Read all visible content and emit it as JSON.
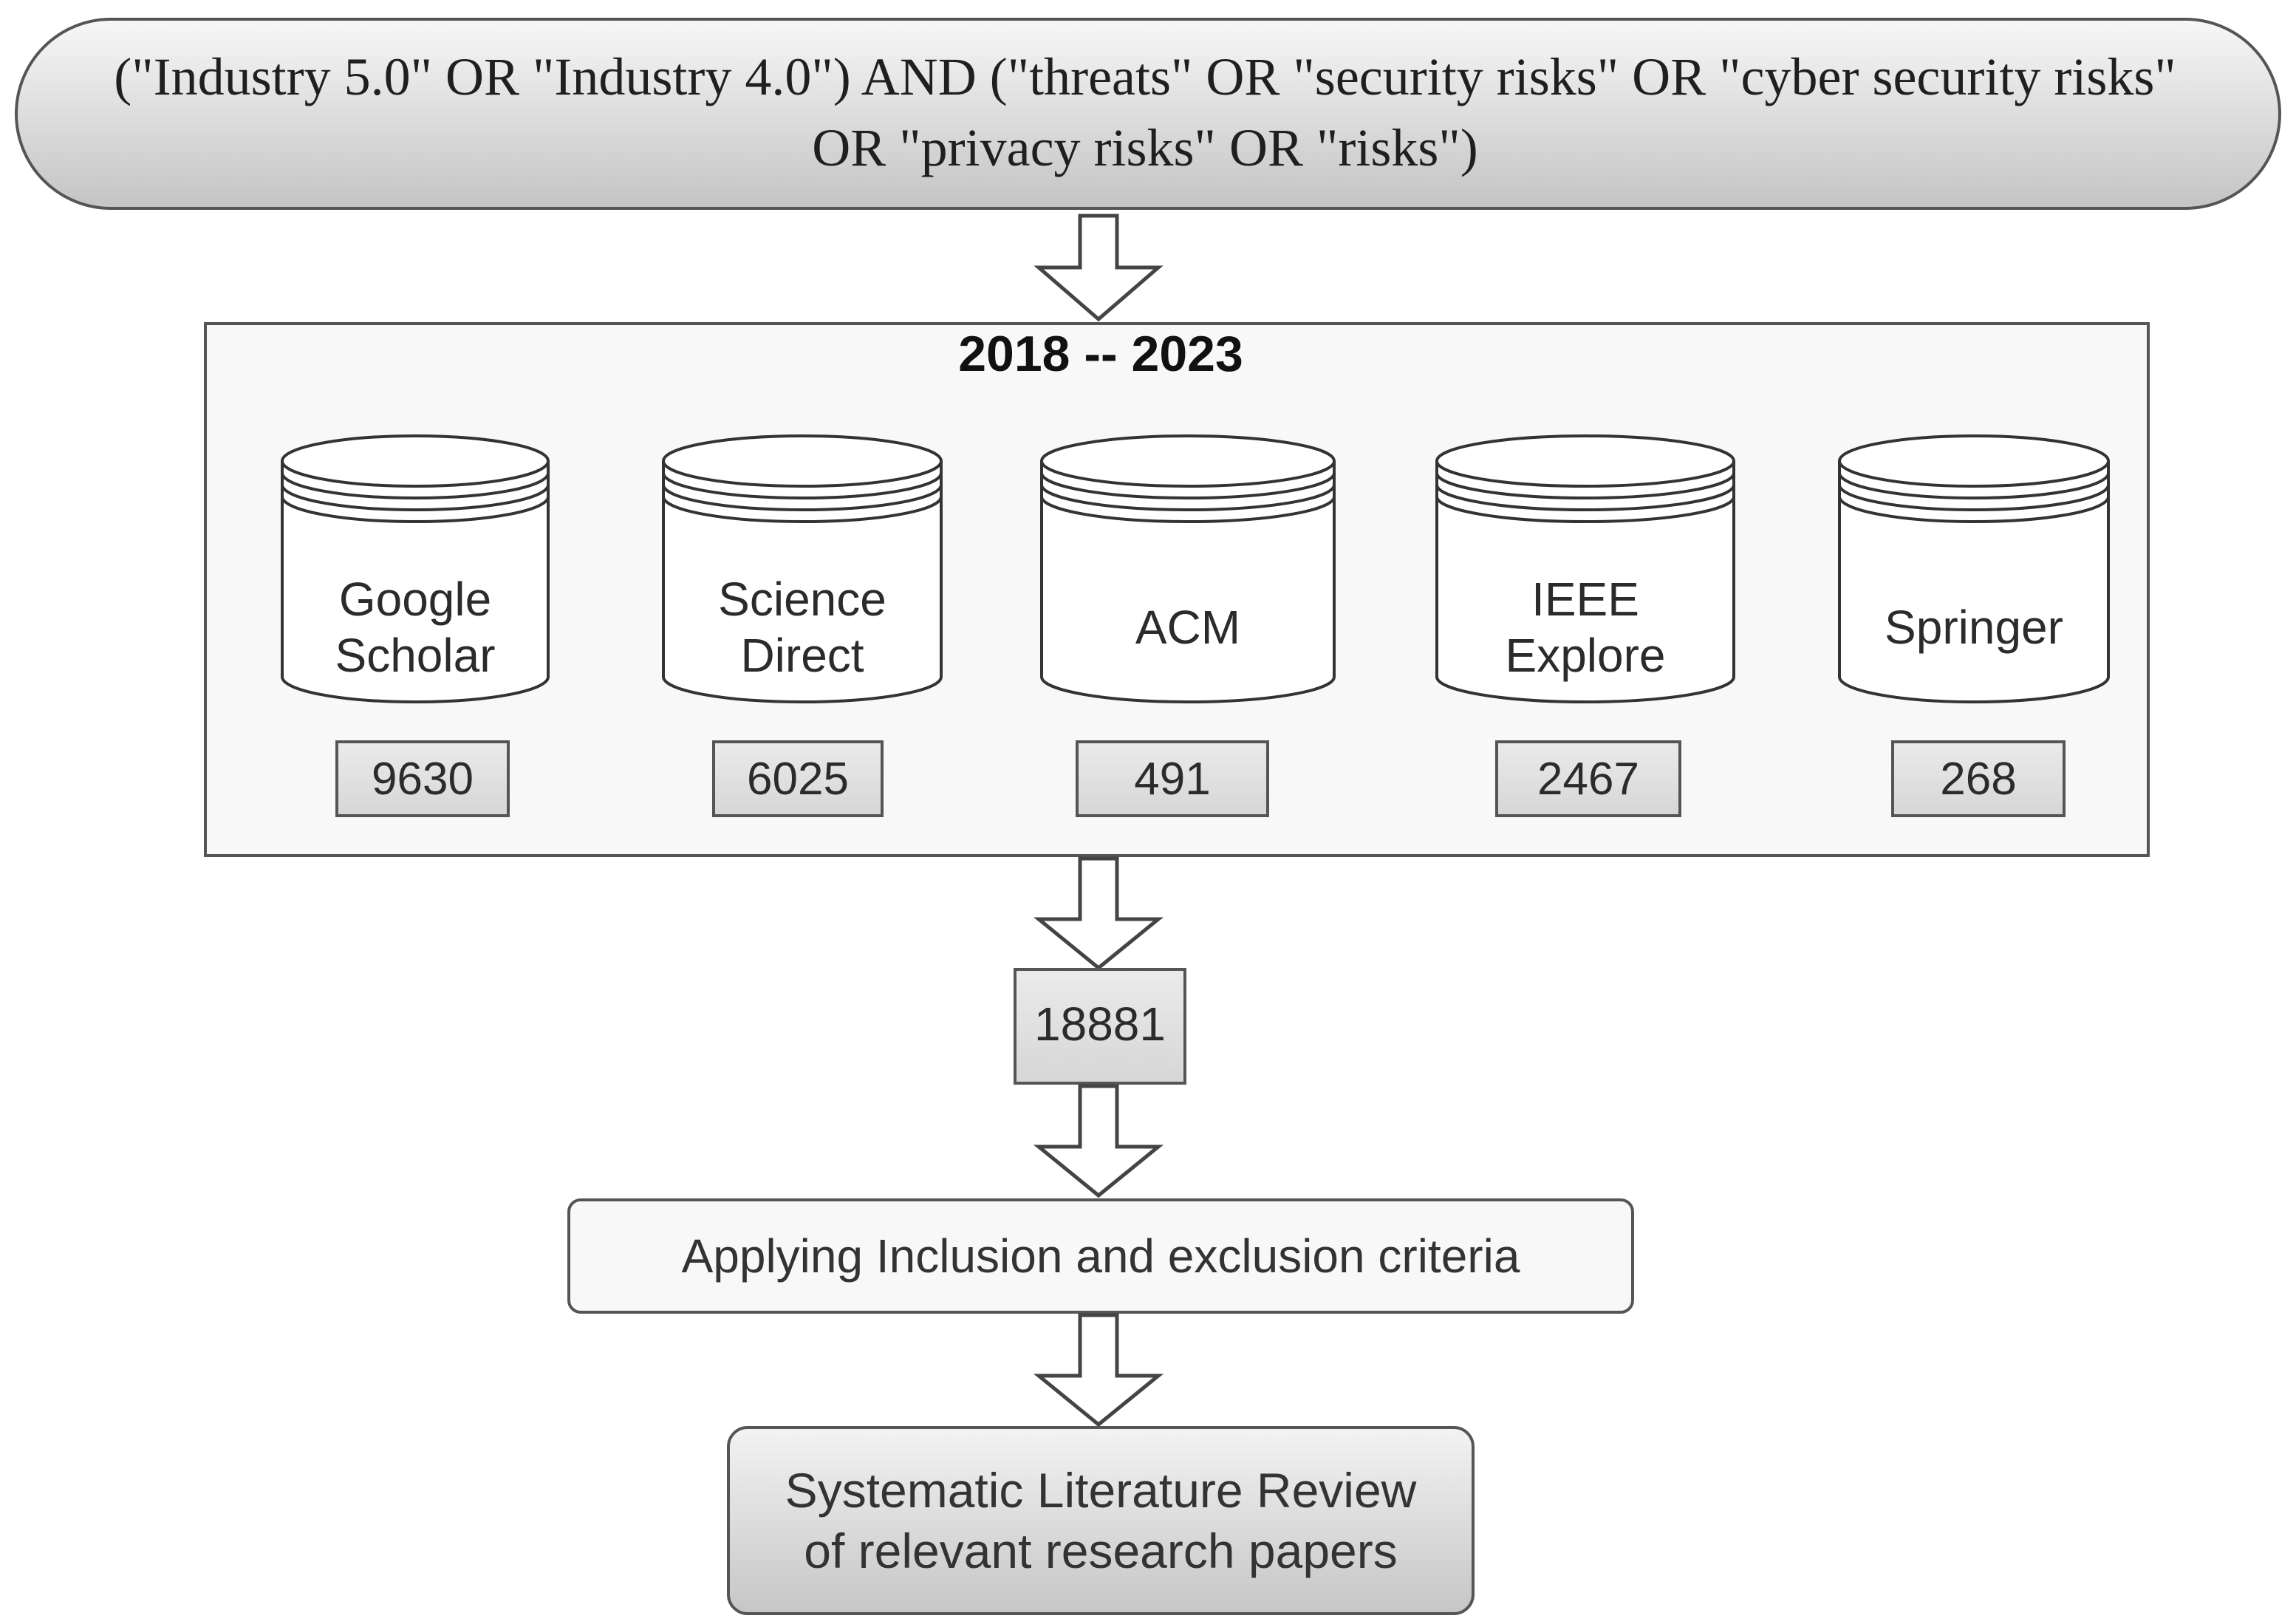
{
  "search_query": "(\"Industry 5.0\" OR \"Industry 4.0\") AND (\"threats\" OR \"security risks\" OR \"cyber security risks\" OR \"privacy risks\" OR \"risks\")",
  "date_range": "2018 -- 2023",
  "databases": [
    {
      "name": "Google\nScholar",
      "count": "9630"
    },
    {
      "name": "Science\nDirect",
      "count": "6025"
    },
    {
      "name": "ACM",
      "count": "491"
    },
    {
      "name": "IEEE\nExplore",
      "count": "2467"
    },
    {
      "name": "Springer",
      "count": "268"
    }
  ],
  "total": "18881",
  "screening_step": "Applying Inclusion and exclusion criteria",
  "result": "Systematic Literature Review of relevant research papers",
  "colors": {
    "stroke": "#555555",
    "query_fill_top": "#f7f7f7",
    "query_fill_bottom": "#c7c7c7",
    "panel_fill": "#f8f8f8",
    "count_fill": "#dedede",
    "result_fill_top": "#f2f2f2",
    "result_fill_bottom": "#c8c8c8"
  }
}
